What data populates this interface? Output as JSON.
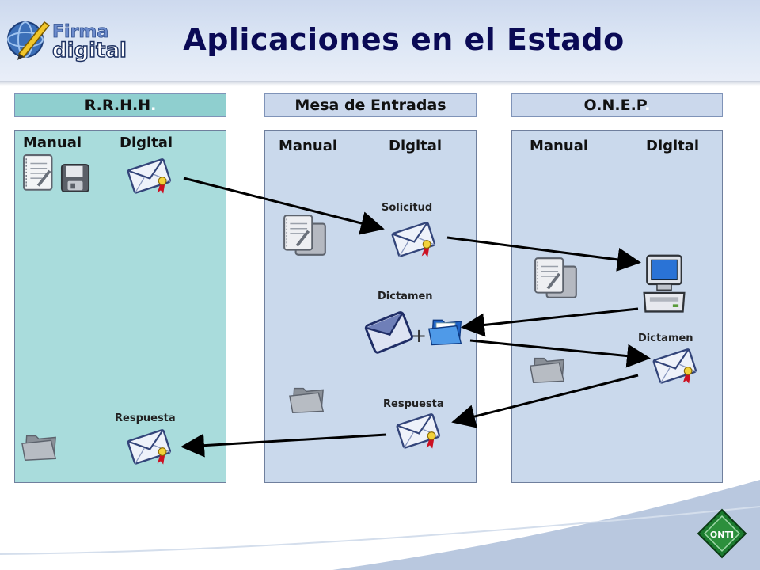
{
  "header": {
    "title": "Aplicaciones en el Estado",
    "logo_text_top": "Firma",
    "logo_text_bottom": "digital"
  },
  "columns": [
    {
      "title": "R.R.H.H",
      "dot": ".",
      "manual": "Manual",
      "digital": "Digital",
      "color": "#a9dcdc"
    },
    {
      "title": "Mesa de Entradas",
      "manual": "Manual",
      "digital": "Digital",
      "color": "#cad9ec"
    },
    {
      "title": "O.N.E.P",
      "dot": ".",
      "manual": "Manual",
      "digital": "Digital",
      "color": "#cad9ec"
    }
  ],
  "labels": {
    "solicitud": "Solicitud",
    "dictamen_mesa": "Dictamen",
    "respuesta_mesa": "Respuesta",
    "dictamen_onep": "Dictamen",
    "respuesta_rrhh": "Respuesta",
    "plus": "+"
  },
  "footer": {
    "badge": "ONTI"
  },
  "colors": {
    "accent": "#0a0a55",
    "envelope_seal": "#cc1122",
    "arrow": "#000000"
  }
}
